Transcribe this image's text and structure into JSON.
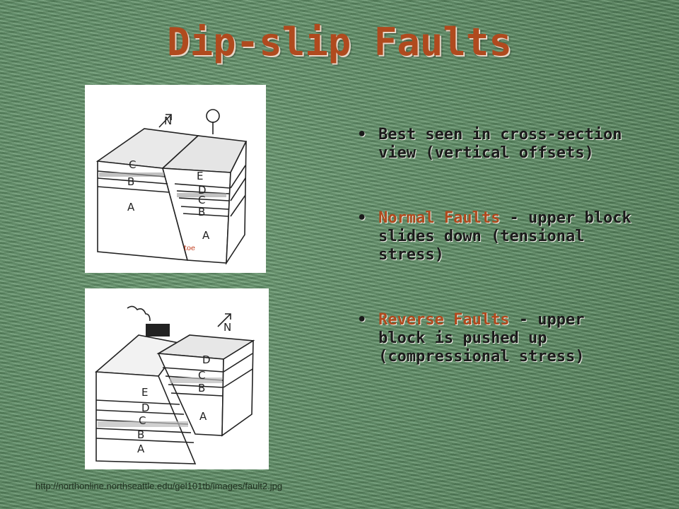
{
  "slide": {
    "title": "Dip-slip Faults",
    "bullets": [
      {
        "highlight": "",
        "text": "Best seen in cross-section view (vertical offsets)"
      },
      {
        "highlight": "Normal Faults",
        "text": " - upper block slides down (tensional stress)"
      },
      {
        "highlight": "Reverse Faults",
        "text": " - upper block is pushed up (compressional stress)"
      }
    ],
    "source_url": "http://northonline.northseattle.edu/gel101tb/images/fault2.jpg"
  },
  "figure_normal": {
    "labels": [
      "N",
      "C",
      "B",
      "A",
      "E",
      "D",
      "C",
      "B",
      "A",
      "toe"
    ]
  },
  "figure_reverse": {
    "labels": [
      "N",
      "D",
      "C",
      "B",
      "A",
      "E",
      "D",
      "C",
      "B",
      "A"
    ]
  },
  "colors": {
    "title": "#b04a1e",
    "highlight": "#b04a1e",
    "background": "#5f9467"
  }
}
